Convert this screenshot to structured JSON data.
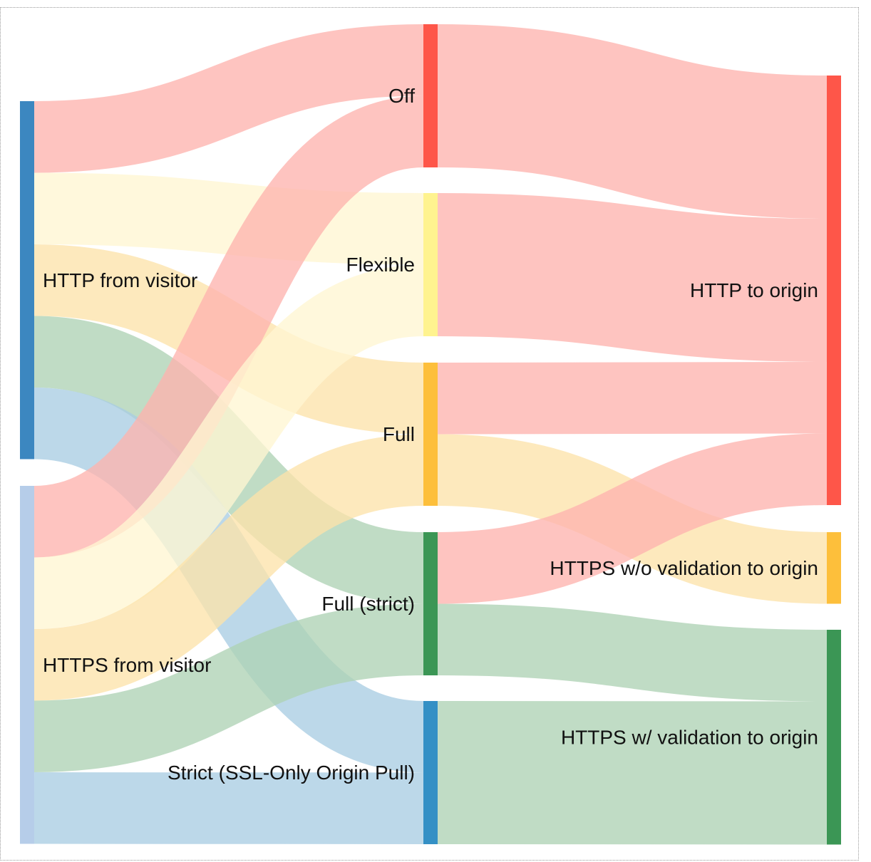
{
  "diagram": {
    "type": "sankey",
    "nodes": [
      {
        "id": "http_visitor",
        "label": "HTTP from visitor",
        "color": "#3c87c0",
        "column": 0
      },
      {
        "id": "https_visitor",
        "label": "HTTPS from visitor",
        "color": "#b6cde9",
        "column": 0
      },
      {
        "id": "off",
        "label": "Off",
        "color": "#fe5649",
        "column": 1
      },
      {
        "id": "flexible",
        "label": "Flexible",
        "color": "#fff38f",
        "column": 1
      },
      {
        "id": "full",
        "label": "Full",
        "color": "#fdbf3b",
        "column": 1
      },
      {
        "id": "full_strict",
        "label": "Full (strict)",
        "color": "#3b9655",
        "column": 1
      },
      {
        "id": "strict",
        "label": "Strict (SSL-Only Origin Pull)",
        "color": "#3490c5",
        "column": 1
      },
      {
        "id": "http_origin",
        "label": "HTTP to origin",
        "color": "#fe5649",
        "column": 2
      },
      {
        "id": "https_noval",
        "label": "HTTPS w/o validation to origin",
        "color": "#fdbf3b",
        "column": 2
      },
      {
        "id": "https_val",
        "label": "HTTPS w/ validation to origin",
        "color": "#3b9655",
        "column": 2
      }
    ],
    "links": [
      {
        "source": "http_visitor",
        "target": "off",
        "value": 1,
        "color": "#feb3ae"
      },
      {
        "source": "http_visitor",
        "target": "flexible",
        "value": 1,
        "color": "#fff6d2"
      },
      {
        "source": "http_visitor",
        "target": "full",
        "value": 1,
        "color": "#fde3ab"
      },
      {
        "source": "http_visitor",
        "target": "full_strict",
        "value": 1,
        "color": "#aed2b5"
      },
      {
        "source": "http_visitor",
        "target": "strict",
        "value": 1,
        "color": "#a9cde3"
      },
      {
        "source": "https_visitor",
        "target": "off",
        "value": 1,
        "color": "#feb3ae"
      },
      {
        "source": "https_visitor",
        "target": "flexible",
        "value": 1,
        "color": "#fff6d2"
      },
      {
        "source": "https_visitor",
        "target": "full",
        "value": 1,
        "color": "#fde3ab"
      },
      {
        "source": "https_visitor",
        "target": "full_strict",
        "value": 1,
        "color": "#aed2b5"
      },
      {
        "source": "https_visitor",
        "target": "strict",
        "value": 1,
        "color": "#a9cde3"
      },
      {
        "source": "off",
        "target": "http_origin",
        "value": 2,
        "color": "#feb3ae"
      },
      {
        "source": "flexible",
        "target": "http_origin",
        "value": 2,
        "color": "#feb3ae"
      },
      {
        "source": "full",
        "target": "http_origin",
        "value": 1,
        "color": "#feb3ae"
      },
      {
        "source": "full",
        "target": "https_noval",
        "value": 1,
        "color": "#fde3ab"
      },
      {
        "source": "full_strict",
        "target": "http_origin",
        "value": 1,
        "color": "#feb3ae"
      },
      {
        "source": "full_strict",
        "target": "https_val",
        "value": 1,
        "color": "#aed2b5"
      },
      {
        "source": "strict",
        "target": "https_val",
        "value": 2,
        "color": "#aed2b5"
      }
    ]
  }
}
